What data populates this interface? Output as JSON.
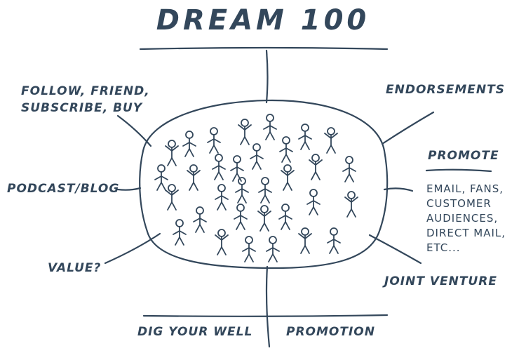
{
  "title": "DREAM 100",
  "labels": {
    "follow": [
      "FOLLOW, FRIEND,",
      "SUBSCRIBE, BUY"
    ],
    "endorsements": "ENDORSEMENTS",
    "promote": "PROMOTE",
    "promote_list": [
      "EMAIL, FANS,",
      "CUSTOMER",
      "AUDIENCES,",
      "DIRECT MAIL,",
      "ETC..."
    ],
    "podcast": "PODCAST/BLOG",
    "value": "VALUE?",
    "joint_venture": "JOINT VENTURE",
    "dig_your_well": "DIG YOUR WELL",
    "promotion": "PROMOTION"
  },
  "colors": {
    "ink": "#33475b",
    "background": "#ffffff"
  }
}
